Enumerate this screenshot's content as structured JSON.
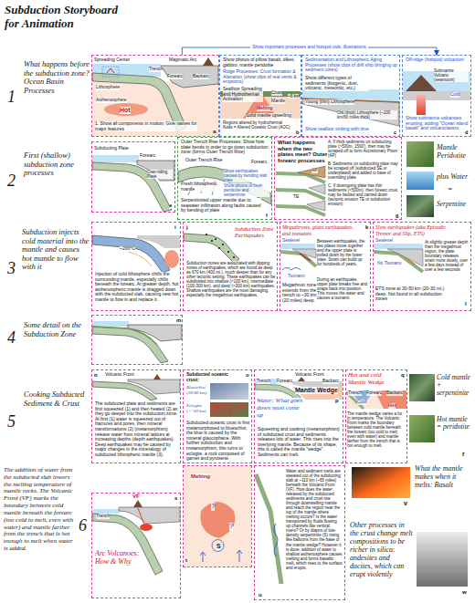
{
  "diagram": {
    "title": "Subduction Storyboard for Animation",
    "nodes": [
      {
        "text": [
          "Spreading Center",
          "Magmatic Arc",
          "Trench",
          "Forearc",
          "Backarc",
          "Lithosphere",
          "Asthenosphere",
          "Hot",
          "1. Show all components in motion; Give names for major features",
          "a"
        ]
      },
      {
        "text": [
          "Show photos of pillow basalt, dikes, gabbro, mantle peridotite",
          "Ridge Processes: Crust formation & Alteration (show clips of real vents & eruptions)",
          "Seafloor Spreading and Hydrothermal Activation",
          "Crust",
          "Mantle",
          "~6 km",
          "Melting",
          "Solid mantle upwelling",
          "Regions altered by hydrothermal fluids = Altered Oceanic Crust (AOC)",
          "b"
        ]
      },
      {
        "text": [
          "Sedimentation and Lithospheric Aging Processes (show clips of drill ship bringing up sediment cores)",
          "Show different types of sediments (biogenic, dust, volcanic, meteoritic, etc.)",
          "Young (thin) Lithosphere",
          "Old (thick) Lithosphere (~100 km/60 miles thick)",
          "Show seafloor sinking with time",
          "c"
        ]
      },
      {
        "text": [
          "Off-ridge (hotspot) volcanism",
          "Submarine Volcano (seamount)",
          "Cold",
          "Show submarine volcanoes erupting, adding \"Ocean island basalt\" and volcaniclastics",
          "d"
        ]
      },
      {
        "text": [
          "Subducting Plate",
          "Forearc",
          "Over-riding Plate",
          "e"
        ]
      },
      {
        "text": [
          "Outer Trench Rise Processes: Show how plate bends in order to go down subduction zone (forms Outer Trench Rise)",
          "Outer Trench Rise",
          "Forearc",
          "Show earthquakes caused by bending slab plate",
          "Show photos of fresh peridotite and serpentinite",
          "Fresh lithospheric mantle",
          "Serpentinized upper mantle due to seawater infiltration along faults caused by bending of plate",
          "f"
        ]
      },
      {
        "text": [
          "What happens when the two plates meet? Outer forearc processes",
          "A. If thick sediments on subducting plate (>500m, 1500'), then may be scraped off to form Accretionary Prism (AP)",
          "B. Sediments on subducting plate may be scraped off (subducted SE or underplated) and added to base of overriding plate",
          "C. If downgoing plate has thin sediments (<500m), then forearc crust may be faulted and carried down (tectonic erosion TE or subduction erosion)",
          "AP",
          "TE",
          "g"
        ]
      },
      {
        "text": [
          "~200°C",
          "Injection of cold lithosphere chills the surrounding mantle, especially chills beneath the forearc. At greater depth, hot asthenospheric mantle is dragged down with the subducted slab, causing new hot mantle to flow in and replace it.",
          "i"
        ]
      },
      {
        "text": [
          "Subduction Zone Earthquakes",
          "j",
          "Subduction zones are associated with dipping zones of earthquakes, which are found as deep as 670 km (400 mi.), much deeper than for any other tectonic setting. These earthquakes can be subdivided into shallow (<100 km), intermediate (100-300 km), and deep (>300 km) earthquakes. Shallow earthquakes are the most damaging, especially the megathrust earthquakes."
        ]
      },
      {
        "text": [
          "Megathrusts, giant earthquakes, and tsunamis",
          "Sealevel",
          "Between earthquakes, the two plates move together and the upper plate is pulled down by the lower plate. Strain can build up for hundreds of years.",
          "During an earthquake, upper plate breaks free and snaps back into position. This moves the water and causes a tsunami.",
          "Tsunami",
          "Megathrust zone extends from the trench to ~30 km (20 miles) deep.",
          "k"
        ]
      },
      {
        "text": [
          "Slow earthquakes (aka Episodic Tremor and Slip, ETS)",
          "Sealevel",
          "No Tsunami",
          "At slightly greater depth than the megathrust region, the plate boundary releases strain more slowly, over a few days instead of over a few seconds",
          "ETS zone at 30-50 km (20-30 mi.) deep. Not found in all subduction zones",
          "l"
        ]
      },
      {
        "text": [
          "m"
        ]
      },
      {
        "text": [
          "Volcanic Front",
          "The subducted plate and sediments are first squeezed (1) and then heated (2) as they go deeper into the subduction zone. At first (1) water is squeezed out of fractures and pores, then mineral transformations (2) (metamorphism) release water from mineral lattices at increasing depths (depth earthquakes). Deep earthquakes may be caused by major changes in the mineralogy of subducted lithospheric mantle (3).",
          "n"
        ]
      },
      {
        "text": [
          "Subducted oceanic crust:",
          "Blueschist (30-40 km)",
          "Eclogite (>~50 km)",
          "Subducted oceanic crust is first metamorphosed to blueschist, the blue is caused by the mineral glaucophane. With further subduction and metamorphism, this turns to eclogite, a rock composed of garnet and pyroxene.",
          "o"
        ]
      },
      {
        "text": [
          "Volcanic Front",
          "Trench",
          "Forearc",
          "Backarc",
          "Mantle Wedge",
          "Water: What goes down must come up",
          "Squeezing and cooking (metamorphism) of subducted crust and sediments releases lots of water. This rises into the overlying mantle. Because of its shape, this is called the mantle \"wedge\". Sediments can melt.",
          "p"
        ]
      },
      {
        "text": [
          "Hot and cold Mantle Wedge",
          "Trench",
          "Forearc",
          "Backarc",
          "Cold",
          "Hot",
          "The mantle wedge varies a lot in temperature. The Volcanic Front marks the boundary between cold mantle beneath the forearc (too cold to melt, even with water) and mantle farther from the trench that is hot enough to melt.",
          "q"
        ]
      },
      {
        "text": [
          "VF",
          "Trench",
          "Arc Volcanoes: How & Why",
          "s"
        ]
      },
      {
        "text": [
          "Melting",
          "?",
          "?",
          "S",
          "t"
        ]
      },
      {
        "text": [
          "Water and sediment melts are sweated out of the subducting slab at ~110 km (~65 miles) beneath the Volcanic Front (VF). How does the water released by the subducted sediments and crust rise through downwelling mantle and reach the region near the top of the mantle where melting occurs? Is the water transported by fluids flowing up channels like vertical rivers? Or by diapirs of low-density serpentinite (S) rising like balloons from the base of the mantle wedge? However it is done, addition of water to shallow asthenosphere causes melting and forms basaltic melt, which rises to the surface and erupts.",
          "u"
        ]
      }
    ],
    "edges": [
      {
        "from": 0,
        "to": 3,
        "arrow": "to",
        "label": "Show important processes and hotspot vids, illustrations"
      }
    ],
    "labels": [
      "1",
      "What happens before the subduction zone? Ocean Basin Processes",
      "2",
      "First (shallow) subduction zone processes",
      "3",
      "Subduction injects cold material into the mantle and causes hot mantle to flow with it",
      "4",
      "Some detail on the Subduction Zone",
      "5",
      "Cooking Subducted Sediment & Crust",
      "6",
      "The addition of water from the subducted slab lowers the melting temperature of mantle rocks. The Volcanic Front (VF) marks the boundary between cold mantle beneath the forearc (too cold to melt, even with water) and mantle farther from the trench that is hot enough to melt when water is added.",
      "Mantle Peridotite",
      "plus Water",
      "=",
      "Serpentine",
      "Cold mantle + serpentinite",
      "Hot mantle = peridotite",
      "r",
      "What the mantle makes when it melts: Basalt",
      "v",
      "Other processes in the crust change melt compositions to be richer in silica: andesites and dacites, which can erupt violently",
      "w"
    ]
  }
}
